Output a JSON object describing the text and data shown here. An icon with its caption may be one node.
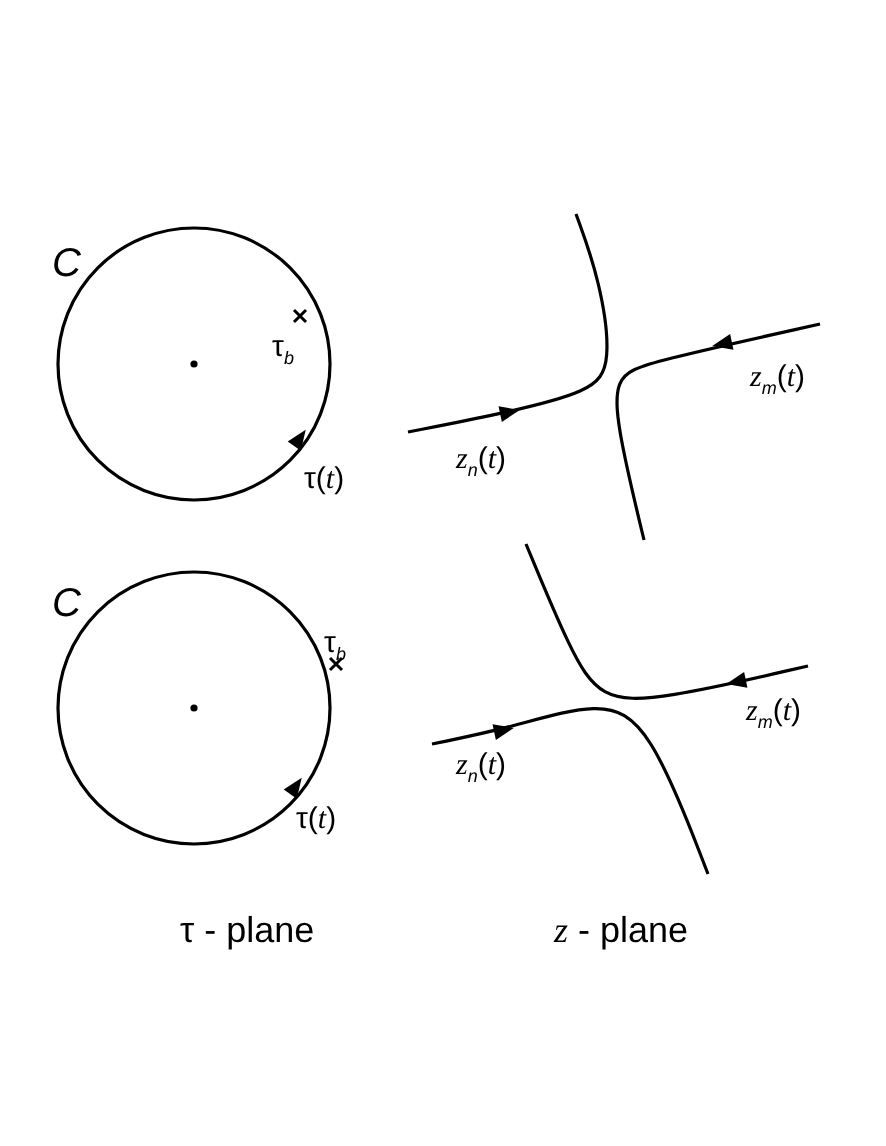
{
  "diagram": {
    "labels": [
      "C",
      "τ$_{b}$",
      "τ(*t*)",
      "*z*$_{n}$(*t*)",
      "*z*$_{m}$(*t*)",
      "C",
      "τ$_{b}$",
      "τ(*t*)",
      "*z*$_{n}$(*t*)",
      "*z*$_{m}$(*t*)",
      "τ - plane",
      "*z* - plane"
    ]
  }
}
